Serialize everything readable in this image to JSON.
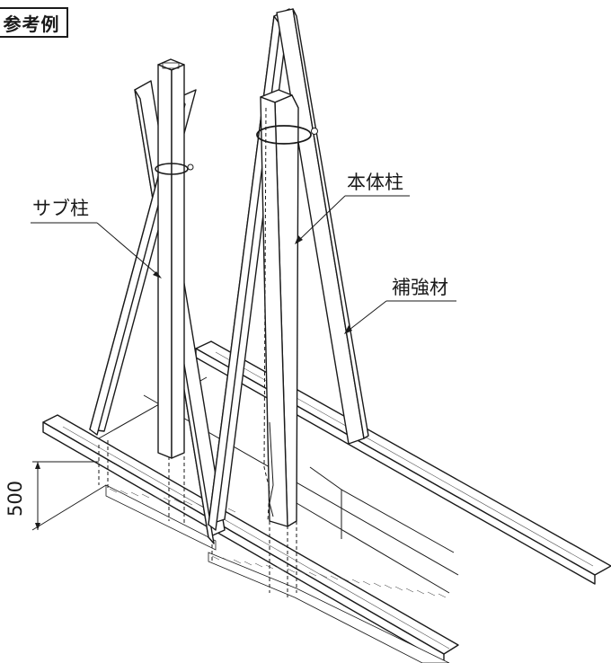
{
  "title": "参考例",
  "labels": {
    "sub_column": "サブ柱",
    "main_column": "本体柱",
    "reinforcement": "補強材"
  },
  "dimension": "500"
}
